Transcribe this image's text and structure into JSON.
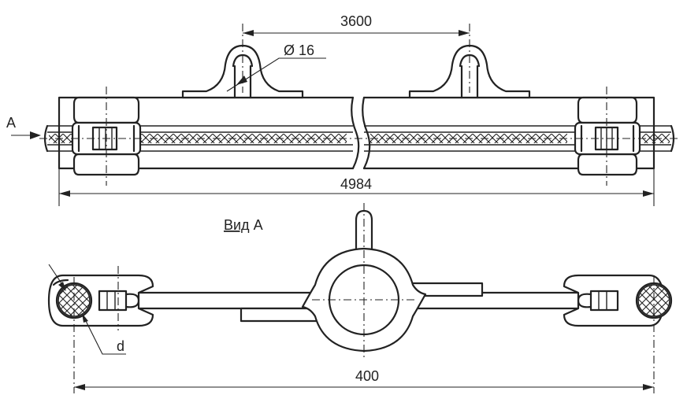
{
  "labels": {
    "dim_top": "3600",
    "dim_hole": "Ø 16",
    "dim_total": "4984",
    "dim_bottom": "400",
    "arrow_a": "A",
    "view_label_word": "Вид",
    "view_label_letter": "A",
    "wire_label": "d"
  },
  "colors": {
    "ink": "#222222",
    "paper": "#ffffff"
  },
  "icons": {
    "view_arrow": "arrow-right-icon"
  }
}
